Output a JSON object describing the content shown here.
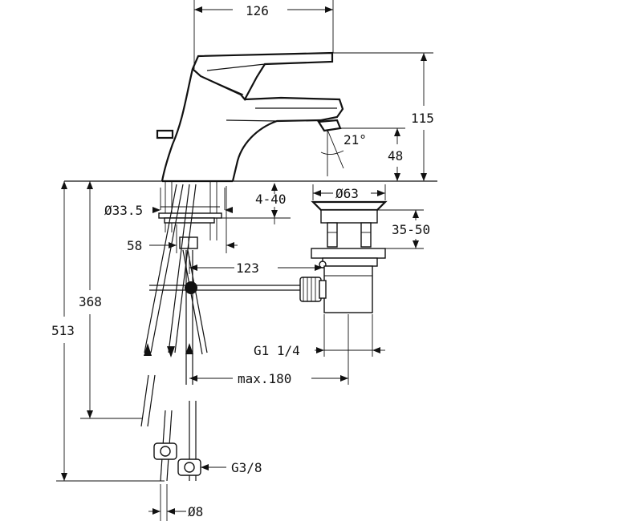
{
  "dimensions": {
    "width_126": "126",
    "height_115": "115",
    "spout_48": "48",
    "angle_21": "21°",
    "dia_63": "Ø63",
    "range_4_40": "4-40",
    "dia_33_5": "Ø33.5",
    "range_35_50": "35-50",
    "dim_58": "58",
    "dim_123": "123",
    "dim_368": "368",
    "dim_513": "513",
    "thread_g1_1_4": "G1 1/4",
    "max_180": "max.180",
    "thread_g3_8": "G3/8",
    "dia_8": "Ø8"
  }
}
